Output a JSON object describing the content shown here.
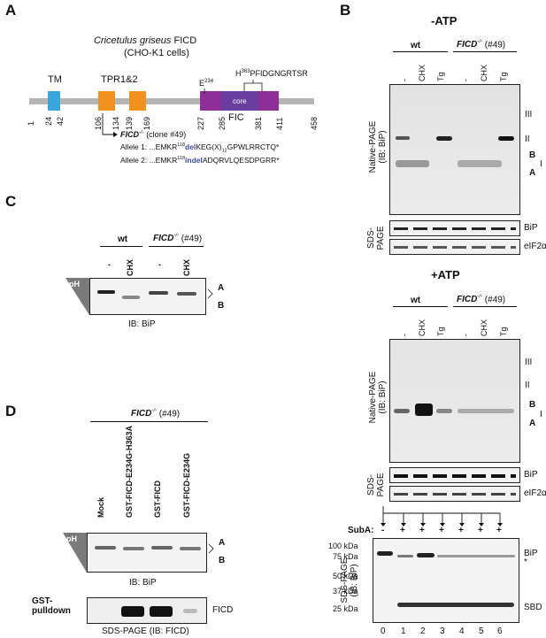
{
  "panelA": {
    "letter": "A",
    "title_species": "Cricetulus griseus",
    "title_protein": "FICD",
    "subtitle": "(CHO-K1 cells)",
    "domains": {
      "tm": "TM",
      "tpr": "TPR1&2",
      "core": "core",
      "fic": "FIC"
    },
    "e_label": "E",
    "e_sup": "234",
    "h_label": "H",
    "h_sup": "363",
    "h_seq": "PFIDGNGRTSR",
    "ticks": [
      "1",
      "24",
      "42",
      "106",
      "134",
      "139",
      "169",
      "227",
      "285",
      "381",
      "411",
      "458"
    ],
    "clone": "FICD",
    "clone_sup": "-/-",
    "clone_name": "(clone #49)",
    "allele1_prefix": "Allele 1: ...EMKR",
    "allele1_sup": "118",
    "allele1_mut": "del",
    "allele1_suffix": "KEG(X)",
    "allele1_sub": "12",
    "allele1_end": "GPWLRRCTQ*",
    "allele2_prefix": "Allele 2: ...EMKR",
    "allele2_sup": "118",
    "allele2_mut": "indel",
    "allele2_suffix": "ADQRVLQESDPGRR*",
    "mut_color": "#3b4aa0",
    "colors": {
      "tm": "#3aa7dc",
      "tpr": "#f2921e",
      "core": "#6a3ea1",
      "fic": "#8d2f96",
      "bar": "#b5b5b5"
    }
  },
  "panelB": {
    "letter": "B",
    "minusATP": "-ATP",
    "plusATP": "+ATP",
    "wt": "wt",
    "ficd": "FICD",
    "ficd_sup": "-/-",
    "ficd_clone": "(#49)",
    "lanes": [
      "-",
      "CHX",
      "Tg",
      "-",
      "CHX",
      "Tg"
    ],
    "native_label1": "Native-PAGE",
    "native_label2": "(IB: BiP)",
    "sds_label1": "SDS-",
    "sds_label2": "PAGE",
    "bip": "BiP",
    "eif": "eIF2α",
    "roman": {
      "iii": "III",
      "ii": "II",
      "i": "I",
      "b": "B",
      "a": "A"
    },
    "suba": "SubA:",
    "suba_signs": [
      "-",
      "+",
      "+",
      "+",
      "+",
      "+",
      "+"
    ],
    "markers": [
      "100 kDa",
      "75 kDa",
      "50 kDa",
      "37 kDa",
      "25 kDa"
    ],
    "sds_ib_label1": "SDS-PAGE",
    "sds_ib_label2": "(IB: BiP)",
    "sbd": "SBD",
    "asterisk": "*",
    "lane_numbers": [
      "0",
      "1",
      "2",
      "3",
      "4",
      "5",
      "6"
    ]
  },
  "panelC": {
    "letter": "C",
    "wt": "wt",
    "ficd": "FICD",
    "ficd_sup": "-/-",
    "ficd_clone": "(#49)",
    "lanes": [
      "-",
      "CHX",
      "-",
      "CHX"
    ],
    "ph": "pH",
    "a": "A",
    "b": "B",
    "ib": "IB: BiP"
  },
  "panelD": {
    "letter": "D",
    "ficd": "FICD",
    "ficd_sup": "-/-",
    "ficd_clone": "(#49)",
    "lanes": [
      "Mock",
      "GST-FICD-E234G-H363A",
      "GST-FICD",
      "GST-FICD-E234G"
    ],
    "ph": "pH",
    "a": "A",
    "b": "B",
    "ib": "IB: BiP",
    "gst1": "GST-",
    "gst2": "pulldown",
    "ficd_band": "FICD",
    "sds": "SDS-PAGE (IB: FICD)"
  }
}
